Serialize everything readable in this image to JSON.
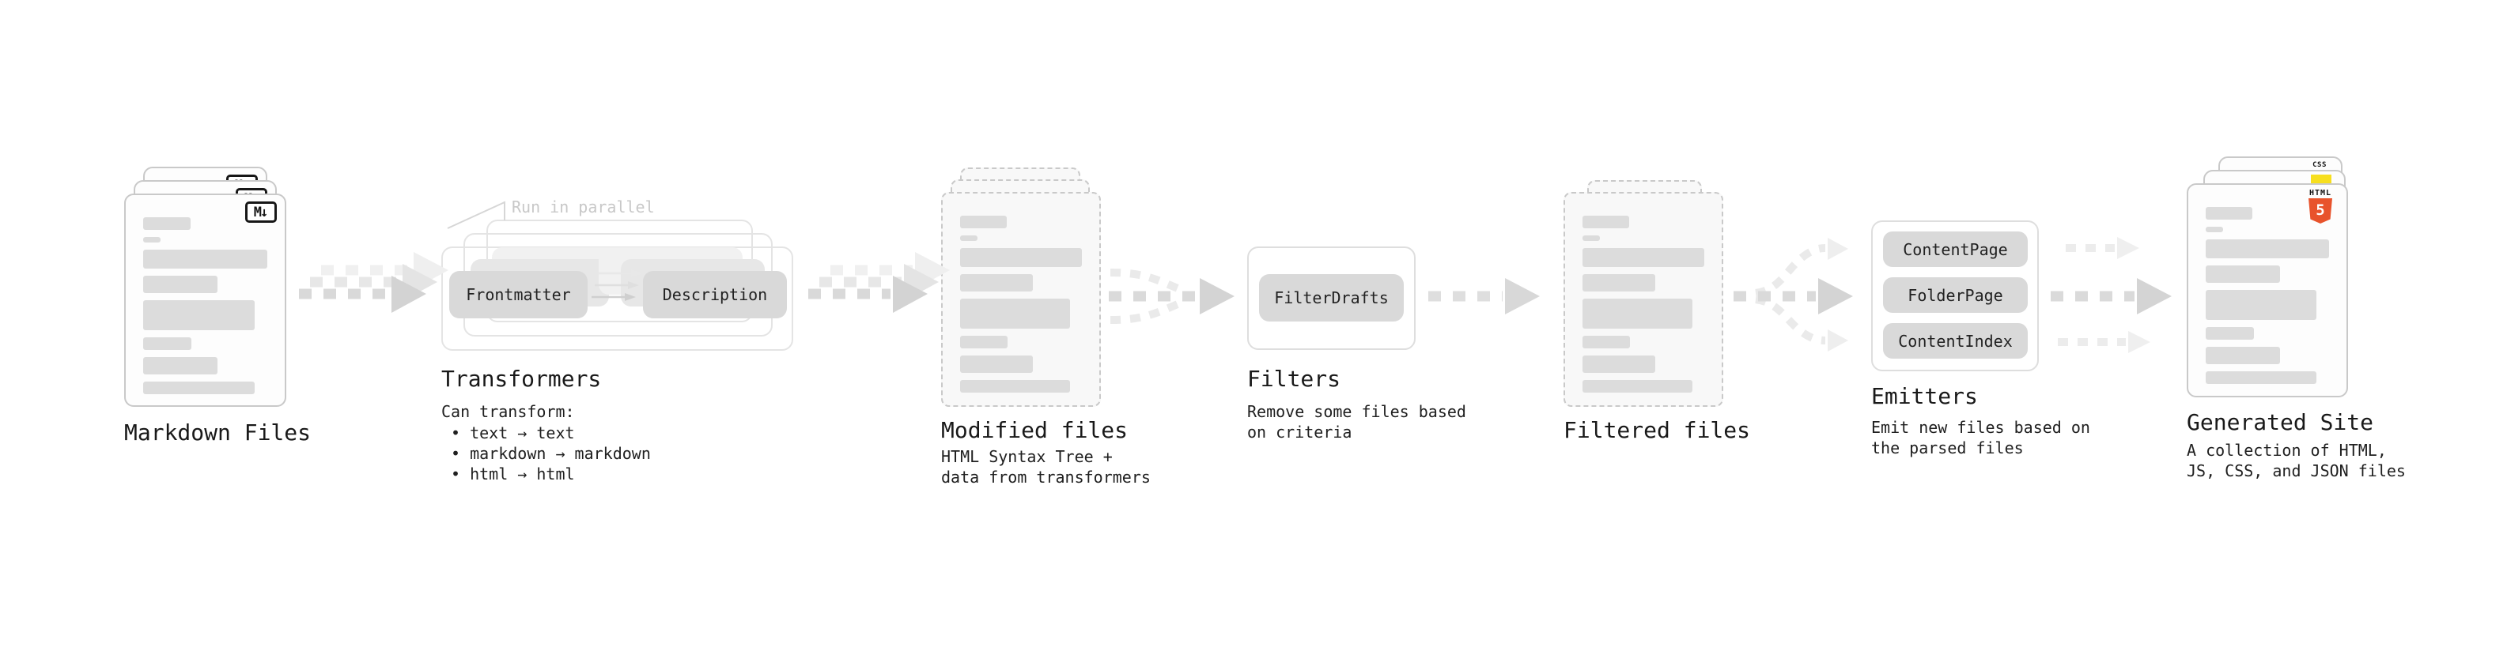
{
  "annotations": {
    "run_in_parallel": "Run in parallel"
  },
  "stages": {
    "markdown": {
      "label": "Markdown Files",
      "file_badge": "M↓"
    },
    "transformers": {
      "label": "Transformers",
      "note_heading": "Can transform:",
      "bullets": [
        "• text → text",
        "• markdown → markdown",
        "• html → html"
      ],
      "buttons": {
        "from": "Frontmatter",
        "to": "Description"
      }
    },
    "modified_files": {
      "label": "Modified files",
      "description_lines": [
        "HTML Syntax Tree +",
        "data from transformers"
      ]
    },
    "filters": {
      "label": "Filters",
      "description_lines": [
        "Remove some files based",
        "on criteria"
      ],
      "buttons": [
        "FilterDrafts"
      ]
    },
    "filtered_files": {
      "label": "Filtered files"
    },
    "emitters": {
      "label": "Emitters",
      "description_lines": [
        "Emit new files based on",
        "the parsed files"
      ],
      "buttons": [
        "ContentPage",
        "FolderPage",
        "ContentIndex"
      ]
    },
    "generated_site": {
      "label": "Generated Site",
      "description_lines": [
        "A collection of HTML,",
        "JS, CSS, and JSON files"
      ],
      "file_badges": {
        "html_label": "HTML",
        "html_number": "5",
        "css_label": "CSS"
      }
    }
  },
  "colors": {
    "text": "#1c1c1c",
    "muted_annotation": "#c8c8c8",
    "card_border": "#c9c9c9",
    "button_bg": "#d9d9d9",
    "arrow": "#d9d9d9",
    "arrow_ghost": "#ececec",
    "html5_orange": "#e8532c",
    "js_yellow": "#f7df1e",
    "css_blue": "#2760ef"
  },
  "file_card_bars": [
    {
      "w": 38,
      "h": 16
    },
    {
      "w": 14,
      "h": 7
    },
    {
      "w": 100,
      "h": 24
    },
    {
      "w": 60,
      "h": 22
    },
    {
      "w": 90,
      "h": 38
    },
    {
      "w": 39,
      "h": 16
    },
    {
      "w": 60,
      "h": 22
    },
    {
      "w": 90,
      "h": 16
    }
  ]
}
